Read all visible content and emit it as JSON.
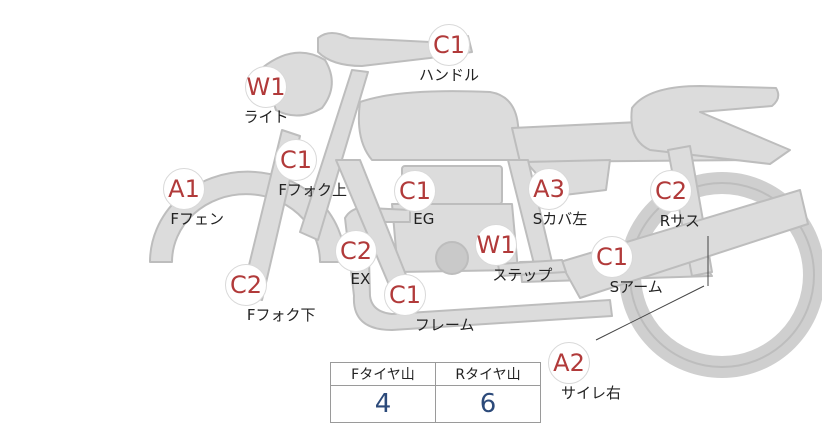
{
  "markers": [
    {
      "code": "C1",
      "label": "ハンドル"
    },
    {
      "code": "W1",
      "label": "ライト"
    },
    {
      "code": "C1",
      "label": "Fフォク上"
    },
    {
      "code": "A1",
      "label": "Fフェン"
    },
    {
      "code": "C1",
      "label": "EG"
    },
    {
      "code": "A3",
      "label": "Sカバ左"
    },
    {
      "code": "C2",
      "label": "Rサス"
    },
    {
      "code": "C2",
      "label": "EX"
    },
    {
      "code": "W1",
      "label": "ステップ"
    },
    {
      "code": "C1",
      "label": "Sアーム"
    },
    {
      "code": "C2",
      "label": "Fフォク下"
    },
    {
      "code": "C1",
      "label": "フレーム"
    },
    {
      "code": "A2",
      "label": "サイレ右"
    }
  ],
  "tread_table": {
    "headers": [
      "Fタイヤ山",
      "Rタイヤ山"
    ],
    "values": [
      "4",
      "6"
    ]
  },
  "colors": {
    "bike_fill": "#d9d9d9",
    "bike_stroke": "#bdbdbd",
    "code_text": "#b13a3a",
    "value_text": "#2c4a7a"
  }
}
